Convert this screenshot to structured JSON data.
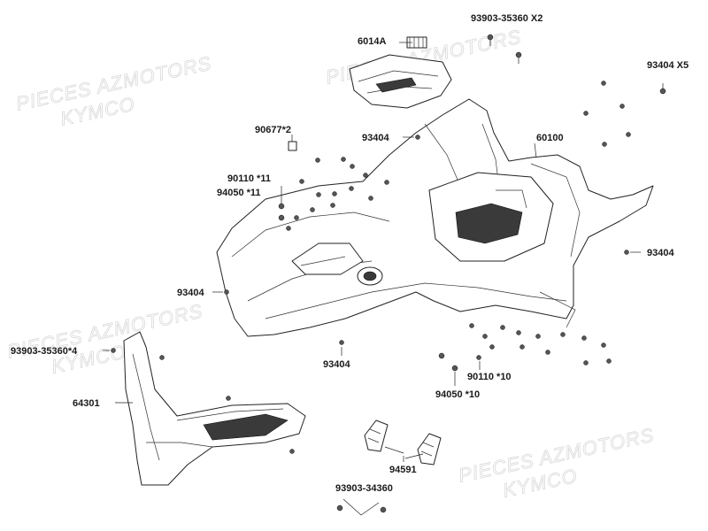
{
  "watermark": {
    "line1": "PIECES AZMOTORS",
    "line2": "KYMCO"
  },
  "parts": [
    {
      "id": "p-6014a",
      "text": "6014A"
    },
    {
      "id": "p-93903-35360-x2",
      "text": "93903-35360 X2"
    },
    {
      "id": "p-93404-x5",
      "text": "93404 X5"
    },
    {
      "id": "p-90677",
      "text": "90677*2"
    },
    {
      "id": "p-93404-a",
      "text": "93404"
    },
    {
      "id": "p-60100",
      "text": "60100"
    },
    {
      "id": "p-90110-11",
      "text": "90110 *11"
    },
    {
      "id": "p-94050-11",
      "text": "94050 *11"
    },
    {
      "id": "p-93404-b",
      "text": "93404"
    },
    {
      "id": "p-93404-c",
      "text": "93404"
    },
    {
      "id": "p-93903-35360-4",
      "text": "93903-35360*4"
    },
    {
      "id": "p-93404-d",
      "text": "93404"
    },
    {
      "id": "p-90110-10",
      "text": "90110 *10"
    },
    {
      "id": "p-94050-10",
      "text": "94050 *10"
    },
    {
      "id": "p-64301",
      "text": "64301"
    },
    {
      "id": "p-94591",
      "text": "94591"
    },
    {
      "id": "p-93903-34360",
      "text": "93903-34360"
    }
  ]
}
